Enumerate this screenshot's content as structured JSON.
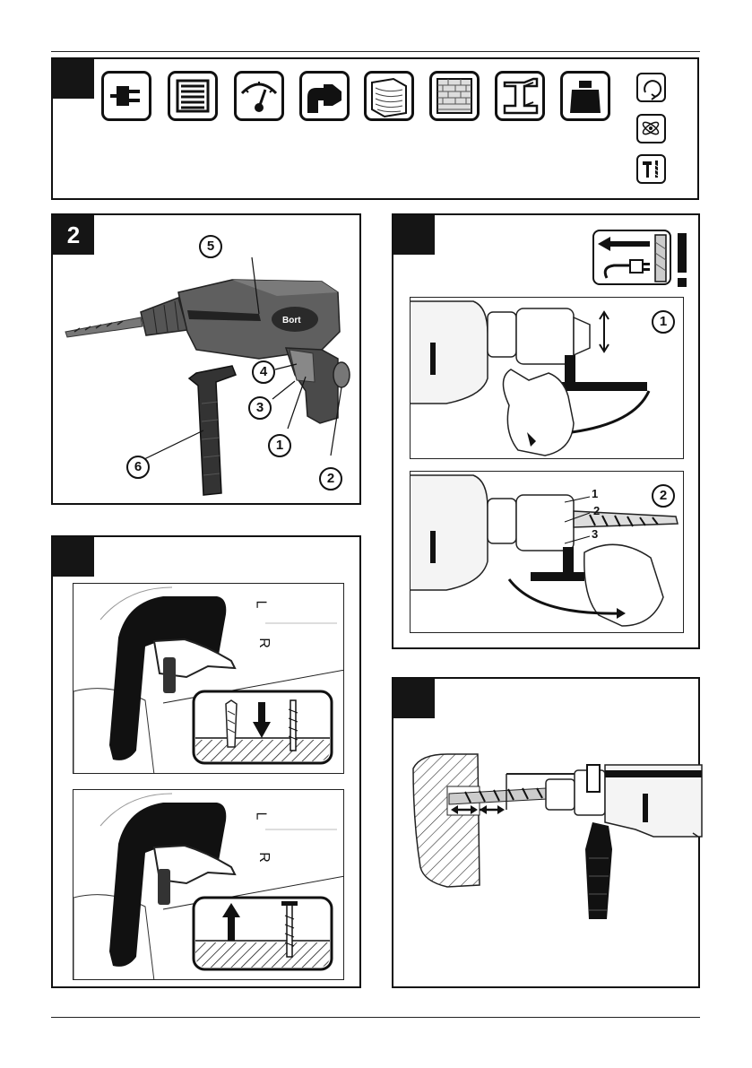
{
  "panels": {
    "p1": {
      "number": ""
    },
    "p2": {
      "number": "2"
    },
    "p3": {
      "number": ""
    },
    "p4": {
      "number": ""
    },
    "p5": {
      "number": ""
    }
  },
  "spec_icons": [
    "power-plug-icon",
    "motor-icon",
    "speed-gauge-icon",
    "chuck-icon",
    "wood-icon",
    "brick-icon",
    "steel-beam-icon",
    "weight-icon"
  ],
  "side_icons": [
    "rotation-icon",
    "vibration-icon",
    "tools-icon"
  ],
  "drill": {
    "brand": "Bort",
    "callouts": [
      "1",
      "2",
      "3",
      "4",
      "5",
      "6"
    ]
  },
  "chuck": {
    "step_labels": [
      "1",
      "2"
    ],
    "part_labels": [
      "1",
      "2",
      "3"
    ]
  },
  "direction": {
    "left_label": "L",
    "right_label": "R"
  }
}
